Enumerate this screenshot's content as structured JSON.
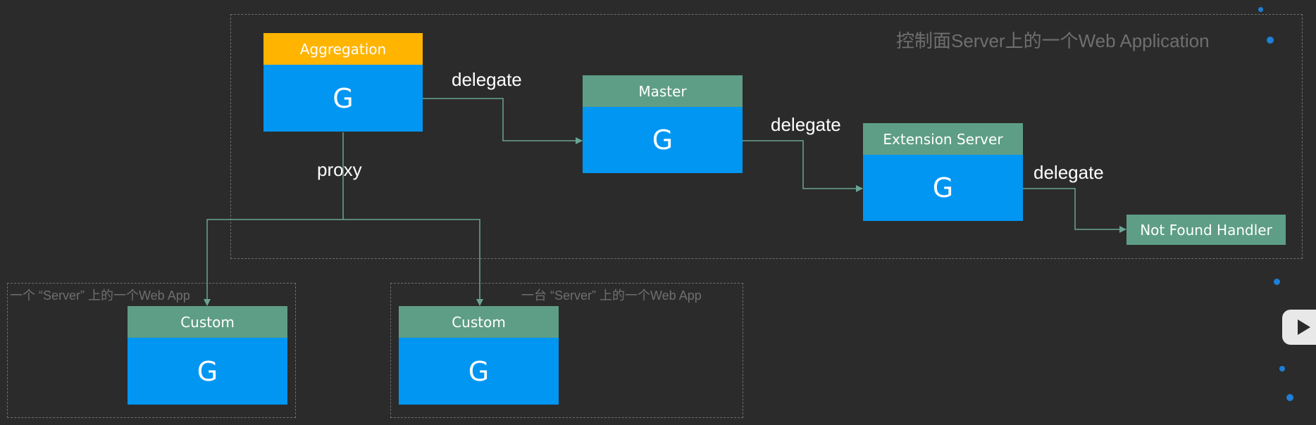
{
  "colors": {
    "background": "#2b2b2b",
    "node_body": "#0096f2",
    "header_green": "#5e9e86",
    "header_orange": "#ffb400",
    "edge": "#6aa493",
    "region_border": "#6e6e6e",
    "region_text": "#6f6f6f"
  },
  "regions": {
    "control_plane": {
      "label": "控制面Server上的一个Web Application"
    },
    "server_a": {
      "label": "一个 “Server” 上的一个Web App"
    },
    "server_b": {
      "label": "一台 “Server” 上的一个Web App"
    }
  },
  "nodes": {
    "aggregation": {
      "title": "Aggregation",
      "body": "G"
    },
    "master": {
      "title": "Master",
      "body": "G"
    },
    "extension": {
      "title": "Extension Server",
      "body": "G"
    },
    "custom_a": {
      "title": "Custom",
      "body": "G"
    },
    "custom_b": {
      "title": "Custom",
      "body": "G"
    },
    "not_found": {
      "title": "Not Found Handler"
    }
  },
  "edges": {
    "agg_to_master": "delegate",
    "master_to_ext": "delegate",
    "ext_to_notfound": "delegate",
    "proxy": "proxy"
  },
  "decor": {
    "logo_icon": "bilibili-play-icon"
  }
}
